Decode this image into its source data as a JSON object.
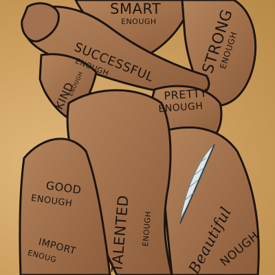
{
  "labels": {
    "smart": "SMART",
    "smart_enough": "ENOUGH",
    "successful": "SUCCESSFUL",
    "successful_enough": "ENOUGH",
    "strong": "STRONG",
    "strong_enough": "ENOUGH",
    "kind": "KIND",
    "kind_enough": "ENOUGH",
    "pretty": "PRETTY",
    "pretty_enough": "ENOUGH",
    "good": "GOOD",
    "good_enough": "ENOUGH",
    "talented": "TALENTED",
    "talented_enough": "ENOUGH",
    "important": "IMPORT",
    "important_enough": "ENOUG",
    "beautiful": "Beautiful",
    "beautiful_enough": "NOUGH"
  },
  "colors": {
    "background": "#caa064",
    "skin": "#9c6a46",
    "skin_light": "#b07f58",
    "outline": "#1d140e",
    "feather": "#dfe6e8"
  }
}
